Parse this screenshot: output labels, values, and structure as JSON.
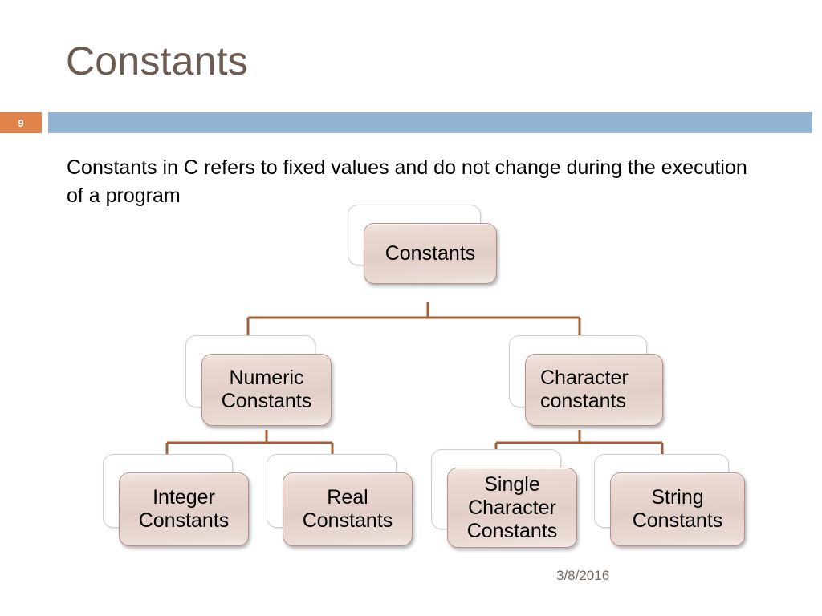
{
  "slide": {
    "title": "Constants",
    "slide_number": "9",
    "body_text": "Constants in C refers to fixed values and do not change during the execution of a program",
    "footer_date": "3/8/2016",
    "colors": {
      "title": "#6b5b53",
      "badge_bg": "#e0844c",
      "header_bar": "#92b4d2",
      "node_fill": "#e4d2ca",
      "node_border": "#b49086",
      "connector": "#a0603a",
      "footer_text": "#756b63",
      "background": "#ffffff"
    }
  },
  "diagram": {
    "type": "tree",
    "root": {
      "label": "Constants"
    },
    "level2": [
      {
        "label": "Numeric\nConstants",
        "line1": "Numeric",
        "line2": "Constants"
      },
      {
        "label": "Character\nconstants",
        "line1": "Character",
        "line2": "constants"
      }
    ],
    "leaves": [
      {
        "line1": "Integer",
        "line2": "Constants",
        "line3": ""
      },
      {
        "line1": "Real",
        "line2": "Constants",
        "line3": ""
      },
      {
        "line1": "Single",
        "line2": "Character",
        "line3": "Constants"
      },
      {
        "line1": "String",
        "line2": "Constants",
        "line3": ""
      }
    ]
  }
}
